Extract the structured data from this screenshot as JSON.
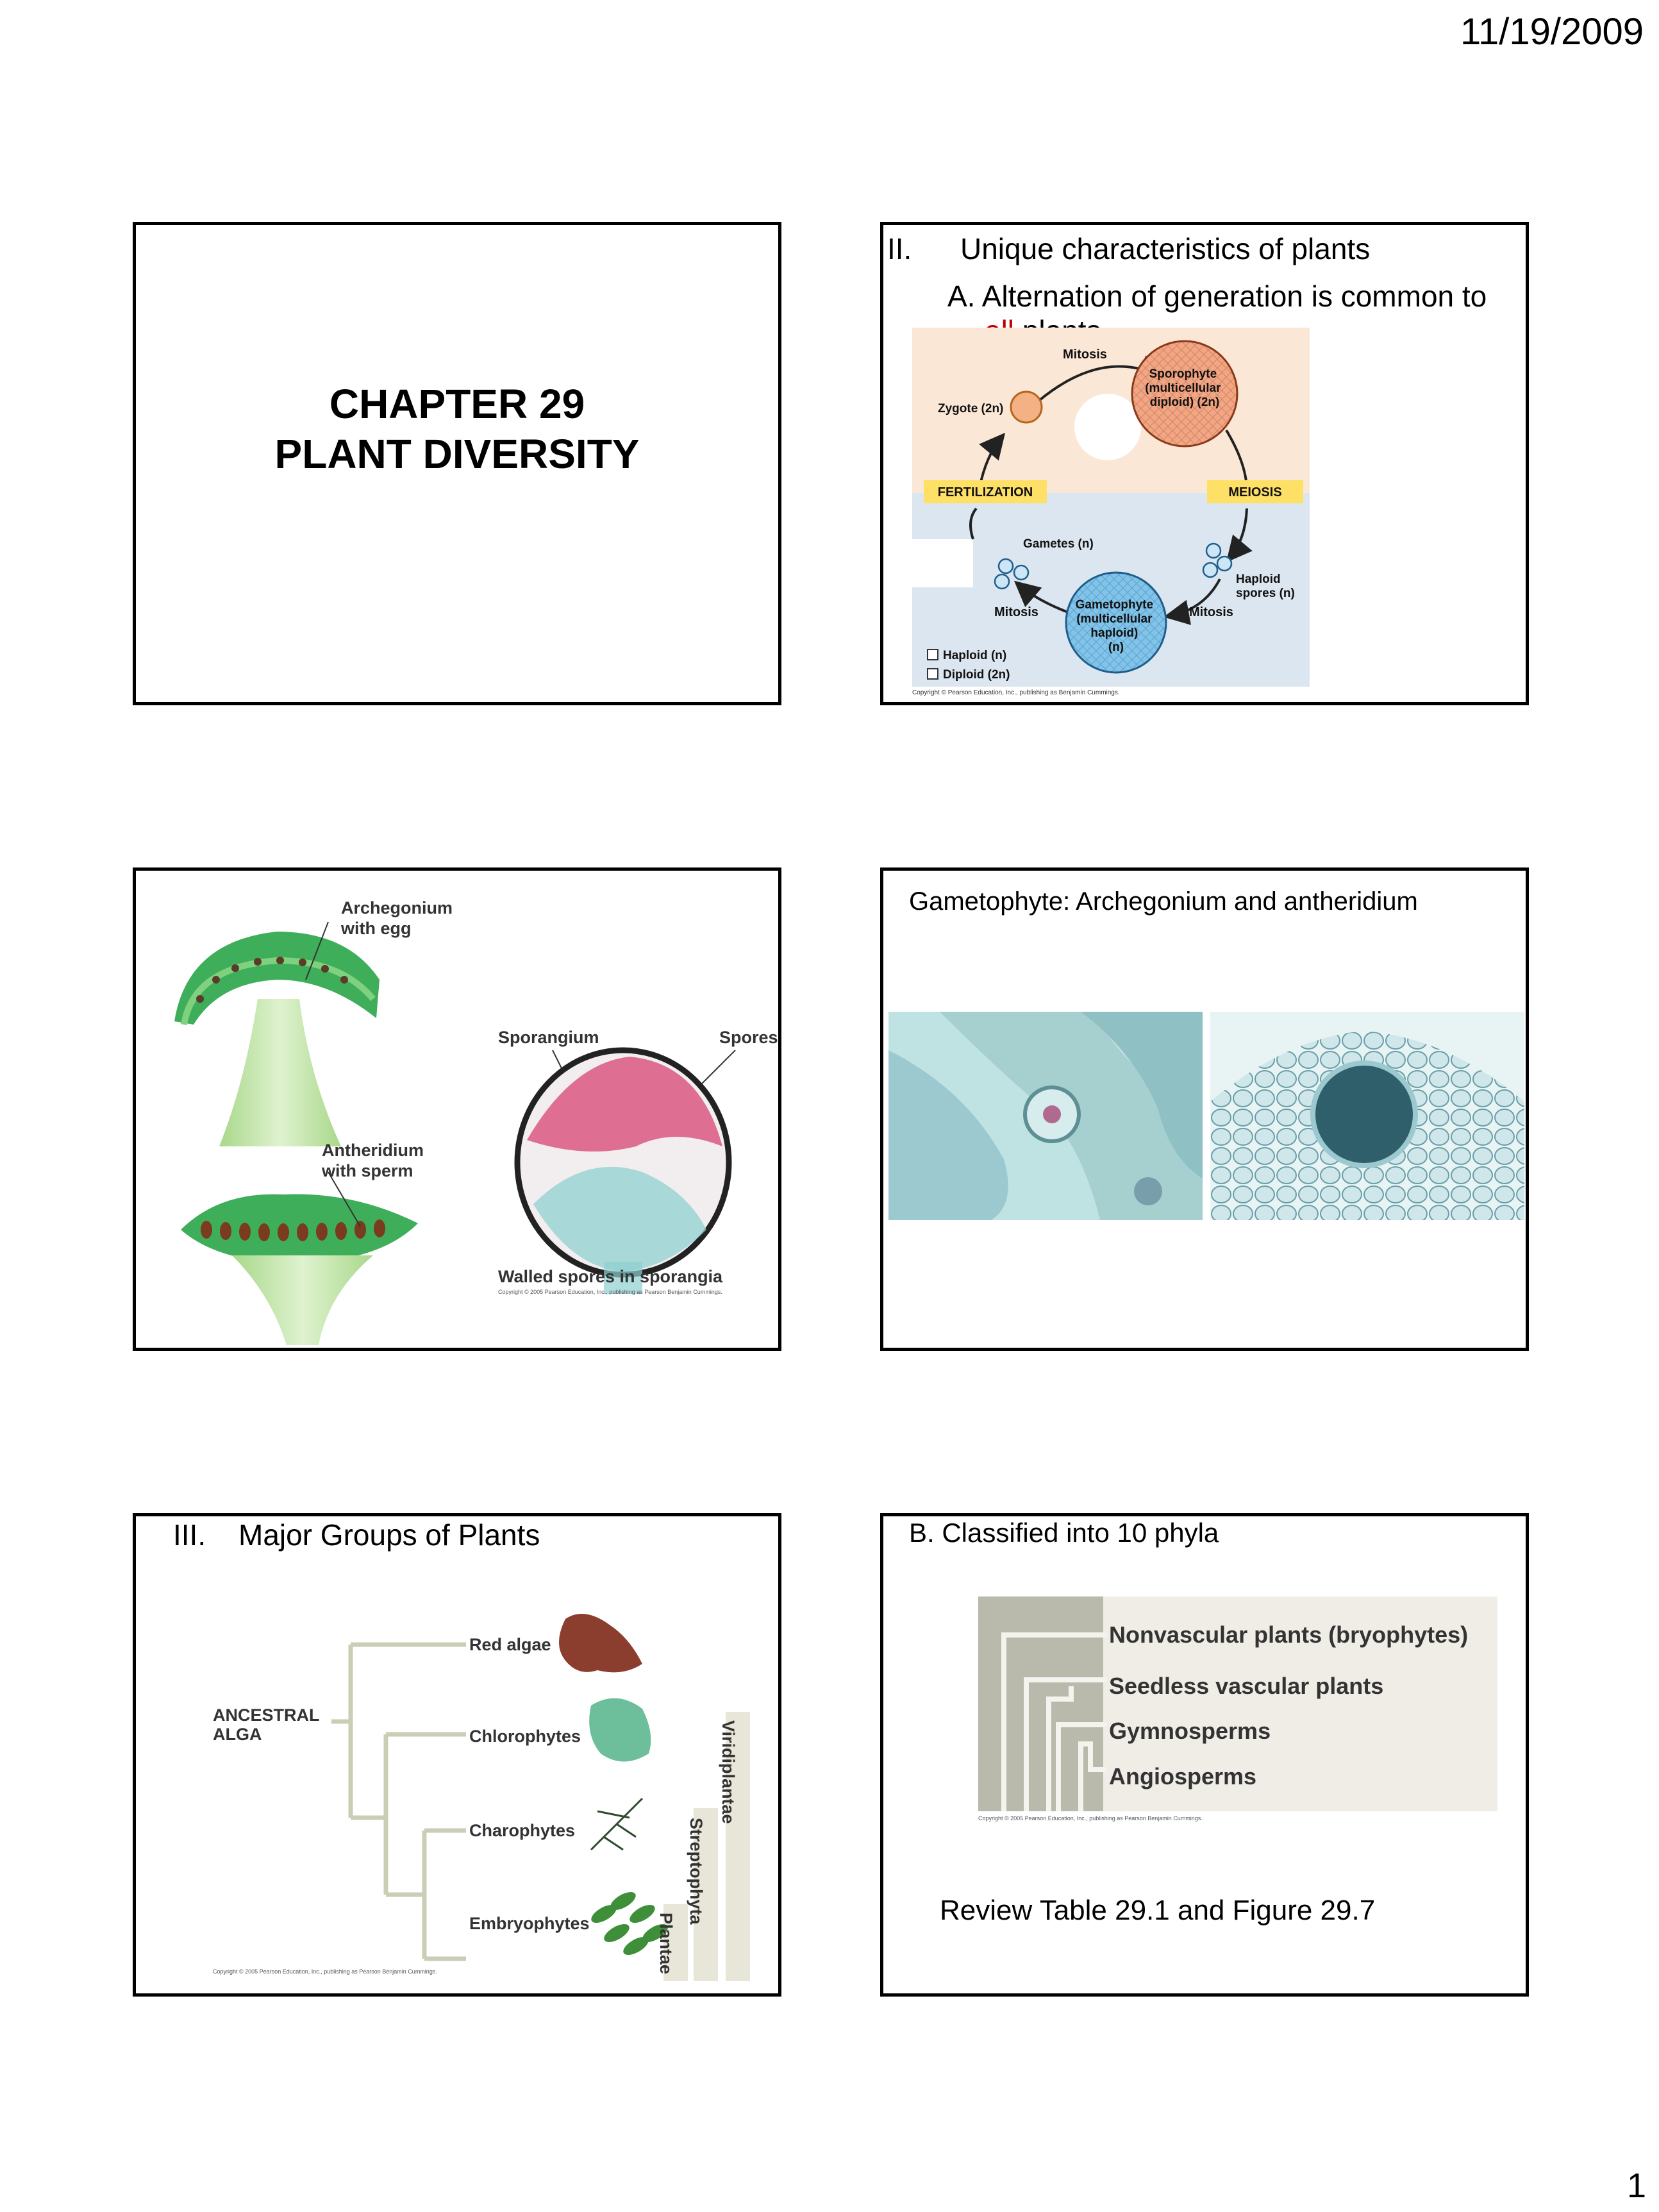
{
  "header": {
    "date": "11/19/2009"
  },
  "footer": {
    "page_number": "1"
  },
  "slide1": {
    "title_line1": "CHAPTER 29",
    "title_line2": "PLANT DIVERSITY"
  },
  "slide2": {
    "numeral": "II.",
    "heading": "Unique characteristics of plants",
    "point_prefix": "A. Alternation of generation is common to",
    "point_highlight": "all",
    "point_suffix": "plants",
    "highlight_color": "#c00000",
    "diagram": {
      "mitosis_top": "Mitosis",
      "sporophyte": [
        "Sporophyte",
        "(multicellular",
        "diploid) (2n)"
      ],
      "zygote": "Zygote (2n)",
      "fertilization": "FERTILIZATION",
      "meiosis": "MEIOSIS",
      "gametes": "Gametes (n)",
      "haploid_spores": [
        "Haploid",
        "spores (n)"
      ],
      "gametophyte": [
        "Gametophyte",
        "(multicellular",
        "haploid)",
        "(n)"
      ],
      "mitosis_left": "Mitosis",
      "mitosis_right": "Mitosis",
      "legend_haploid": "Haploid (n)",
      "legend_diploid": "Diploid (2n)",
      "copyright": "Copyright © Pearson Education, Inc., publishing as Benjamin Cummings."
    }
  },
  "slide3": {
    "archegonium": [
      "Archegonium",
      "with egg"
    ],
    "antheridium": [
      "Antheridium",
      "with sperm"
    ],
    "sporangium": "Sporangium",
    "spores": "Spores",
    "caption": "Walled spores in sporangia",
    "copyright": "Copyright © 2005 Pearson Education, Inc., publishing as Pearson Benjamin Cummings."
  },
  "slide4": {
    "heading": "Gametophyte: Archegonium and antheridium"
  },
  "slide5": {
    "numeral": "III.",
    "heading": "Major Groups of Plants",
    "ancestral": [
      "ANCESTRAL",
      "ALGA"
    ],
    "groups": [
      "Red algae",
      "Chlorophytes",
      "Charophytes",
      "Embryophytes"
    ],
    "clades": [
      "Viridiplantae",
      "Streptophyta",
      "Plantae"
    ],
    "copyright": "Copyright © 2005 Pearson Education, Inc., publishing as Pearson Benjamin Cummings."
  },
  "slide6": {
    "heading": "B.  Classified into 10 phyla",
    "phyla": [
      "Nonvascular plants (bryophytes)",
      "Seedless vascular plants",
      "Gymnosperms",
      "Angiosperms"
    ],
    "copyright": "Copyright © 2005 Pearson Education, Inc., publishing as Pearson Benjamin Cummings.",
    "review": "Review Table 29.1 and Figure 29.7"
  }
}
